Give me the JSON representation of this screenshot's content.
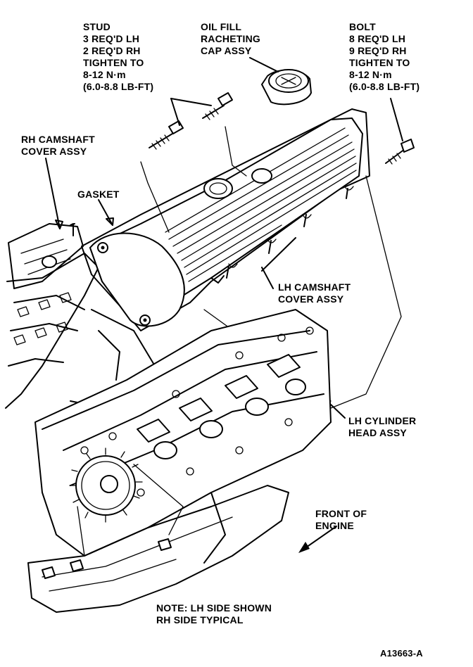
{
  "labels": {
    "stud": [
      "STUD",
      "3 REQ'D LH",
      "2 REQ'D RH",
      "TIGHTEN TO",
      "8-12 N·m",
      "(6.0-8.8 LB-FT)"
    ],
    "oil_fill": [
      "OIL FILL",
      "RACHETING",
      "CAP ASSY"
    ],
    "bolt": [
      "BOLT",
      "8 REQ'D LH",
      "9 REQ'D RH",
      "TIGHTEN TO",
      "8-12 N·m",
      "(6.0-8.8 LB-FT)"
    ],
    "rh_cover": [
      "RH CAMSHAFT",
      "COVER ASSY"
    ],
    "gasket": [
      "GASKET"
    ],
    "lh_cover": [
      "LH CAMSHAFT",
      "COVER ASSY"
    ],
    "lh_head": [
      "LH CYLINDER",
      "HEAD ASSY"
    ],
    "front": [
      "FRONT OF",
      "ENGINE"
    ],
    "note": [
      "NOTE: LH SIDE SHOWN",
      "RH SIDE TYPICAL"
    ],
    "figure_id": "A13663-A"
  },
  "icons": [
    "stud-icon",
    "oil-fill-cap-icon",
    "bolt-icon",
    "camshaft-cover-icon",
    "cylinder-head-icon",
    "front-arrow-icon"
  ]
}
